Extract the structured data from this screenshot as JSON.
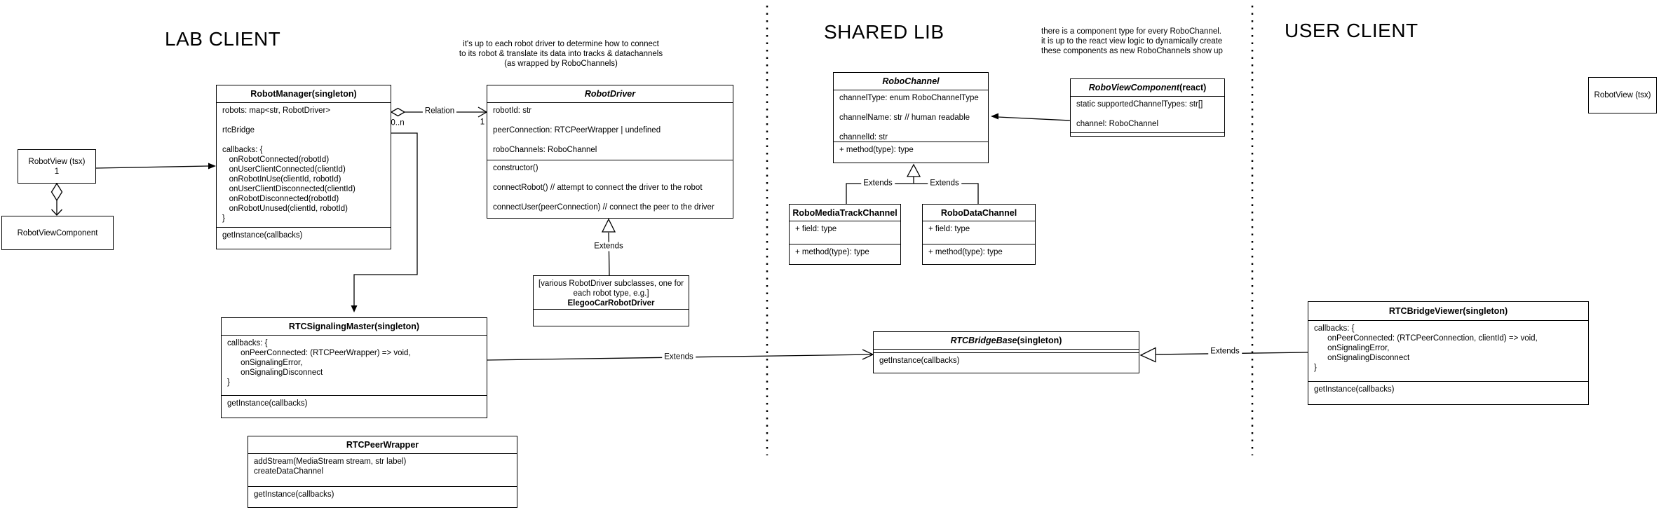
{
  "sections": {
    "lab_client": "LAB CLIENT",
    "shared_lib": "SHARED LIB",
    "user_client": "USER CLIENT"
  },
  "notes": {
    "robot_driver_note": [
      "it's up to each robot driver to determine how to connect",
      "to its robot & translate its data into tracks & datachannels",
      "(as wrapped by RoboChannels)"
    ],
    "shared_lib_note": [
      "there is a component type for every RoboChannel.",
      "it is up to the react view logic to dynamically create",
      "these components as new RoboChannels show up"
    ]
  },
  "classes": {
    "robot_manager": {
      "title": "RobotManager",
      "suffix": " (singleton)",
      "attributes": [
        "robots: map<str, RobotDriver>",
        "",
        "rtcBridge",
        "",
        "callbacks: {",
        "   onRobotConnected(robotId)",
        "   onUserClientConnected(clientId)",
        "   onRobotInUse(clientId, robotId)",
        "   onUserClientDisconnected(clientId)",
        "   onRobotDisconnected(robotId)",
        "   onRobotUnused(clientId, robotId)",
        "}"
      ],
      "methods": [
        "getInstance(callbacks)"
      ]
    },
    "robot_driver": {
      "title": "RobotDriver",
      "attributes": [
        "robotId: str",
        "",
        "peerConnection: RTCPeerWrapper | undefined",
        "",
        "roboChannels: RoboChannel"
      ],
      "methods": [
        "constructor()",
        "",
        "connectRobot() // attempt to connect the driver to the robot",
        "",
        "connectUser(peerConnection) // connect the peer to the driver"
      ]
    },
    "robot_view_lab": {
      "label": "RobotView (tsx)",
      "multiplicity": "1"
    },
    "robot_view_component_lab": {
      "label": "RobotViewComponent"
    },
    "robo_channel": {
      "title": "RoboChannel",
      "attributes": [
        "channelType: enum RoboChannelType",
        "",
        "channelName: str // human readable",
        "",
        "channelId: str"
      ],
      "methods": [
        "+ method(type): type"
      ]
    },
    "robo_view_component": {
      "title": "RoboViewComponent",
      "suffix": " (react)",
      "attributes": [
        "static supportedChannelTypes: str[]",
        "",
        "channel: RoboChannel"
      ]
    },
    "robo_media_track_channel": {
      "title": "RoboMediaTrackChannel",
      "fields": [
        "+ field: type"
      ],
      "methods": [
        "+ method(type): type"
      ]
    },
    "robo_data_channel": {
      "title": "RoboDataChannel",
      "fields": [
        "+ field: type"
      ],
      "methods": [
        "+ method(type): type"
      ]
    },
    "rtc_signaling_master": {
      "title": "RTCSignalingMaster",
      "suffix": " (singleton)",
      "attributes": [
        "callbacks: {",
        "      onPeerConnected: (RTCPeerWrapper) => void,",
        "      onSignalingError,",
        "      onSignalingDisconnect",
        "}"
      ],
      "methods": [
        "getInstance(callbacks)"
      ]
    },
    "rtc_peer_wrapper": {
      "title": "RTCPeerWrapper",
      "methods1": [
        "addStream(MediaStream stream, str label)",
        "createDataChannel"
      ],
      "methods2": [
        "getInstance(callbacks)"
      ]
    },
    "rtc_bridge_base": {
      "title": "RTCBridgeBase",
      "suffix": " (singleton)",
      "methods": [
        "getInstance(callbacks)"
      ]
    },
    "rtc_bridge_viewer": {
      "title": "RTCBridgeViewer",
      "suffix": " (singleton)",
      "attributes": [
        "callbacks: {",
        "      onPeerConnected: (RTCPeerConnection, clientId) => void,",
        "      onSignalingError,",
        "      onSignalingDisconnect",
        "}"
      ],
      "methods": [
        "getInstance(callbacks)"
      ]
    },
    "robot_view_user": {
      "label": "RobotView (tsx)"
    },
    "driver_subclass_note": {
      "lines": [
        "[various RobotDriver subclasses, one for",
        "each robot type, e.g.]"
      ],
      "name": "ElegooCarRobotDriver"
    }
  },
  "labels": {
    "relation": "Relation",
    "extends": "Extends",
    "mult_0n": "0..n",
    "mult_1": "1"
  }
}
